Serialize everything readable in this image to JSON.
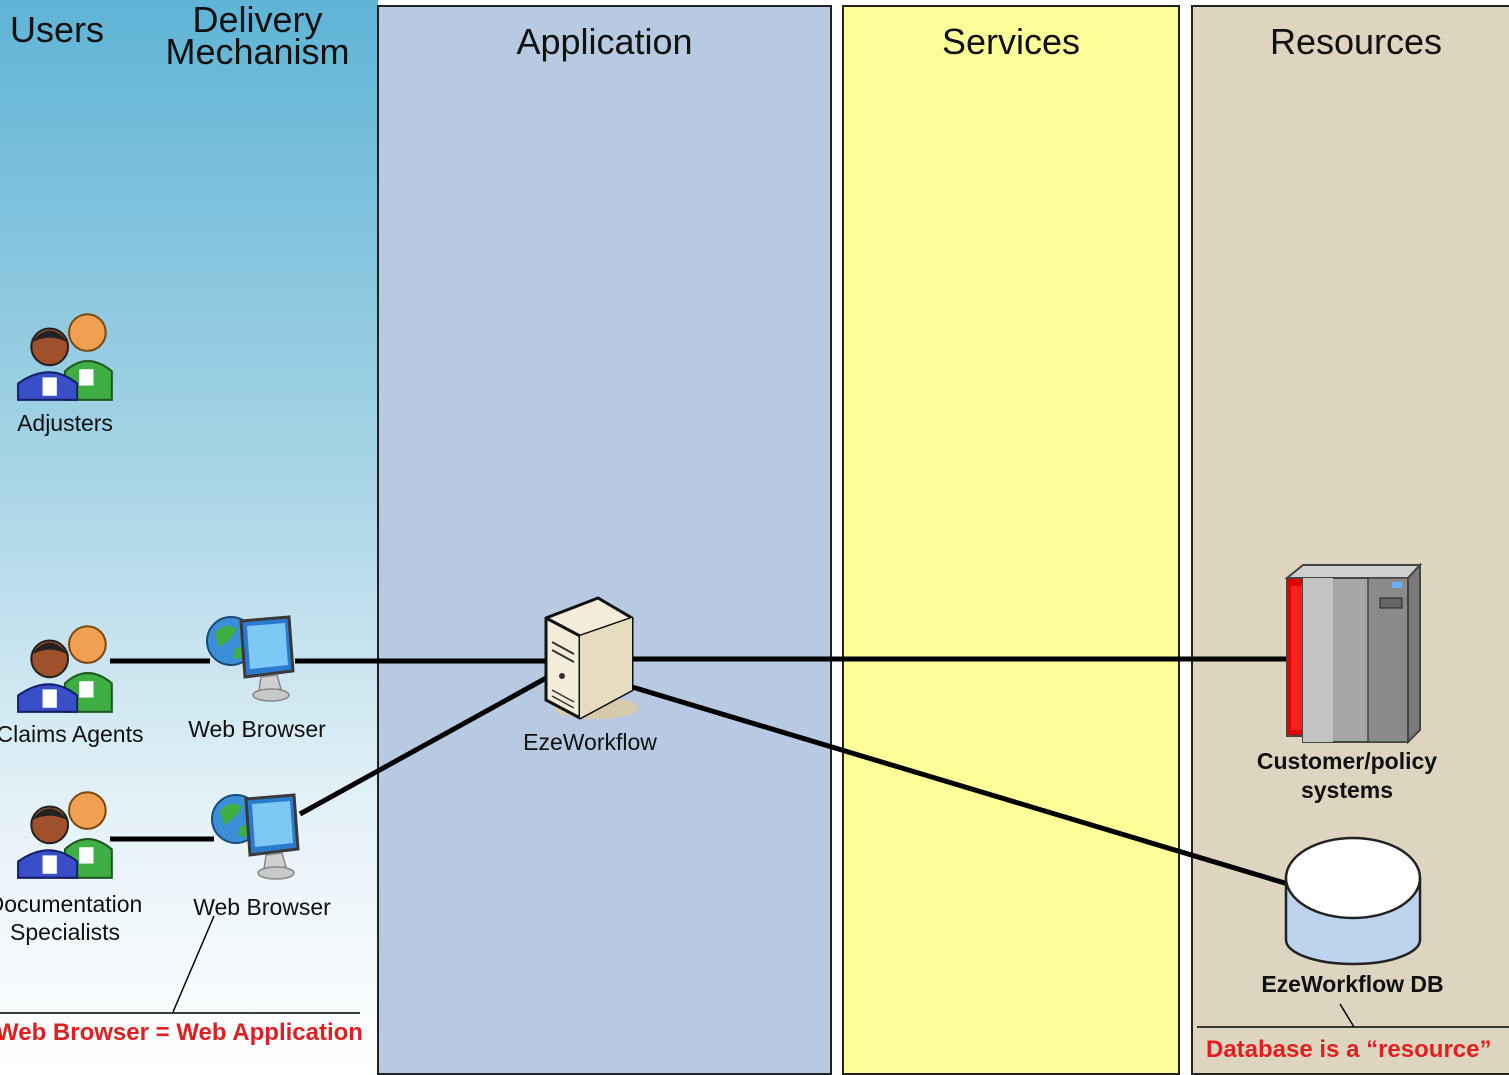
{
  "headers": {
    "users": "Users",
    "delivery": "Delivery Mechanism"
  },
  "lanes": {
    "application": "Application",
    "services": "Services",
    "resources": "Resources"
  },
  "nodes": {
    "adjusters": "Adjusters",
    "claims_agents": "Claims Agents",
    "documentation_specialists": "Documentation Specialists",
    "web_browser_1": "Web Browser",
    "web_browser_2": "Web Browser",
    "ezeworkflow": "EzeWorkflow",
    "customer_policy": "Customer/policy systems",
    "ezeworkflow_db": "EzeWorkflow DB"
  },
  "notes": {
    "web_app": "Web Browser = Web Application",
    "db_resource": "Database is a “resource”"
  },
  "colors": {
    "application_lane": "#b8cae2",
    "services_lane": "#ffff99",
    "resources_lane": "#ddd5c0",
    "note_text": "#e02020"
  },
  "icons": [
    "users-group-icon",
    "web-browser-icon",
    "server-icon",
    "mainframe-icon",
    "database-icon"
  ]
}
